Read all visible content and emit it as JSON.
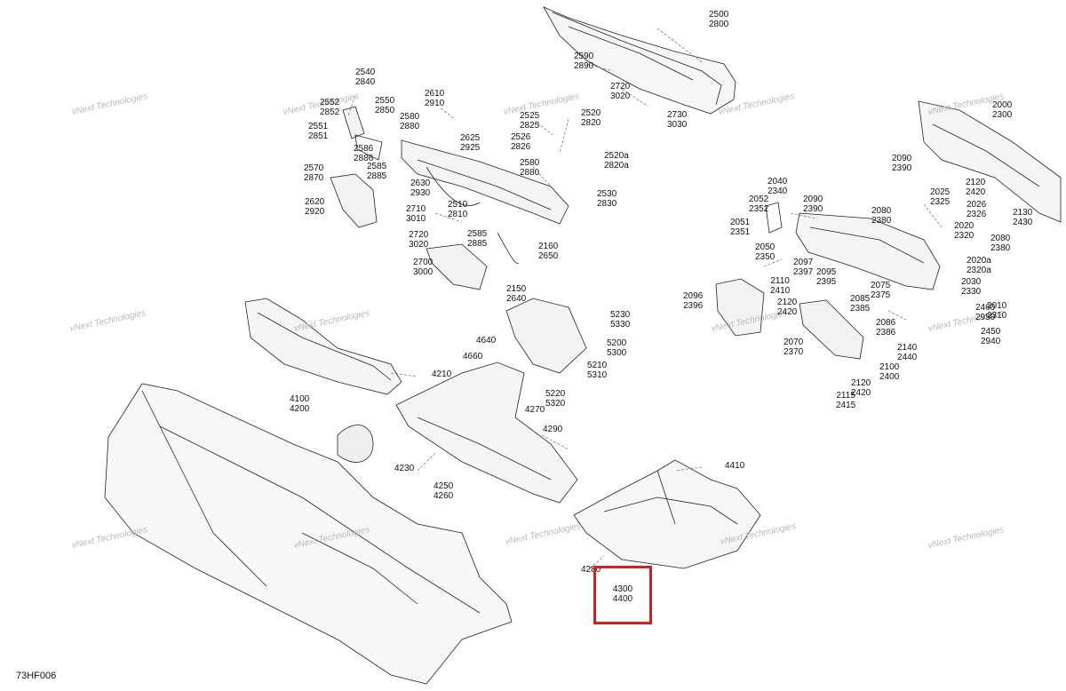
{
  "figure_code": "73HF006",
  "watermark_text": "vNext Technologies",
  "highlight_color": "#d21f1f",
  "highlighted_label": {
    "top": "4300",
    "bottom": "4400"
  },
  "callouts": [
    [
      "2500",
      "2800"
    ],
    [
      "2590",
      "2890"
    ],
    [
      "2720",
      "3020"
    ],
    [
      "2730",
      "3030"
    ],
    [
      "2540",
      "2840"
    ],
    [
      "2552",
      "2852"
    ],
    [
      "2550",
      "2850"
    ],
    [
      "2551",
      "2851"
    ],
    [
      "2586",
      "2886"
    ],
    [
      "2585",
      "2885"
    ],
    [
      "2570",
      "2870"
    ],
    [
      "2620",
      "2920"
    ],
    [
      "2610",
      "2910"
    ],
    [
      "2580",
      "2880"
    ],
    [
      "2625",
      "2925"
    ],
    [
      "2630",
      "2930"
    ],
    [
      "2525",
      "2825"
    ],
    [
      "2526",
      "2826"
    ],
    [
      "2520",
      "2820"
    ],
    [
      "2520a",
      "2820a"
    ],
    [
      "2580",
      "2880"
    ],
    [
      "2530",
      "2830"
    ],
    [
      "2710",
      "3010"
    ],
    [
      "2510",
      "2810"
    ],
    [
      "2720",
      "3020"
    ],
    [
      "2585",
      "2885"
    ],
    [
      "2160",
      "2650"
    ],
    [
      "2700",
      "3000"
    ],
    [
      "2150",
      "2640"
    ],
    [
      "2000",
      "2300"
    ],
    [
      "2090",
      "2390"
    ],
    [
      "2120",
      "2420"
    ],
    [
      "2040",
      "2340"
    ],
    [
      "2052",
      "2352"
    ],
    [
      "2090",
      "2390"
    ],
    [
      "2080",
      "2380"
    ],
    [
      "2025",
      "2325"
    ],
    [
      "2026",
      "2326"
    ],
    [
      "2020",
      "2320"
    ],
    [
      "2130",
      "2430"
    ],
    [
      "2051",
      "2351"
    ],
    [
      "2050",
      "2350"
    ],
    [
      "2080",
      "2380"
    ],
    [
      "2097",
      "2397"
    ],
    [
      "2110",
      "2410"
    ],
    [
      "2095",
      "2395"
    ],
    [
      "2075",
      "2375"
    ],
    [
      "2020a",
      "2320a"
    ],
    [
      "2030",
      "2330"
    ],
    [
      "2085",
      "2385"
    ],
    [
      "2096",
      "2396"
    ],
    [
      "2120",
      "2420"
    ],
    [
      "2460",
      "2950"
    ],
    [
      "2010",
      "2310"
    ],
    [
      "2086",
      "2386"
    ],
    [
      "2450",
      "2940"
    ],
    [
      "2140",
      "2440"
    ],
    [
      "2070",
      "2370"
    ],
    [
      "2100",
      "2400"
    ],
    [
      "2120",
      "2420"
    ],
    [
      "2115",
      "2415"
    ],
    [
      "5230",
      "5330"
    ],
    [
      "5200",
      "5300"
    ],
    [
      "5210",
      "5310"
    ],
    [
      "5220",
      "5320"
    ],
    [
      "4640"
    ],
    [
      "4660"
    ],
    [
      "4270"
    ],
    [
      "4210"
    ],
    [
      "4100",
      "4200"
    ],
    [
      "4290"
    ],
    [
      "4230"
    ],
    [
      "4250",
      "4260"
    ],
    [
      "4410"
    ],
    [
      "4280"
    ]
  ]
}
